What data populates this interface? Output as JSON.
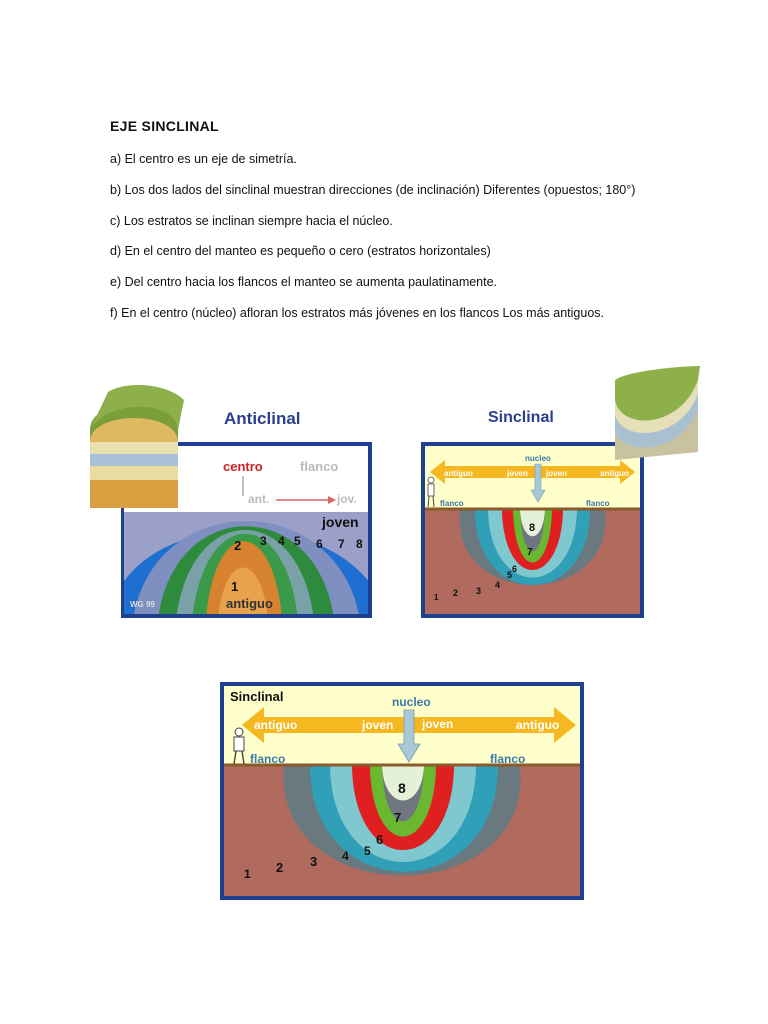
{
  "document": {
    "heading": "EJE SINCLINAL",
    "items": [
      "a) El centro es un eje de simetría.",
      "b) Los dos lados del sinclinal muestran direcciones (de inclinación) Diferentes (opuestos; 180°)",
      "c) Los estratos se inclinan siempre hacia el núcleo.",
      "d) En el centro del manteo es pequeño o cero (estratos horizontales)",
      "e) Del centro hacia los flancos el manteo se aumenta paulatinamente.",
      "f) En el centro (núcleo) afloran los estratos más jóvenes en los flancos Los más antiguos."
    ]
  },
  "anticlinal_figure": {
    "title": "Anticlinal",
    "center_label": "centro",
    "flank_label": "flanco",
    "old_short": "ant.",
    "young_short": "jov.",
    "young_label": "joven",
    "old_label": "antiguo",
    "credit": "WG 99",
    "layer_numbers": [
      "1",
      "2",
      "3",
      "4",
      "5",
      "6",
      "7",
      "8"
    ]
  },
  "sinclinal_small": {
    "title": "Sinclinal",
    "nucleus_label": "nucleo",
    "old_label": "antiguo",
    "young_label": "joven",
    "flank_label": "flanco",
    "layer_numbers": [
      "1",
      "2",
      "3",
      "4",
      "5",
      "6",
      "7",
      "8"
    ]
  },
  "sinclinal_large": {
    "title": "Sinclinal",
    "nucleus_label": "nucleo",
    "old_label": "antiguo",
    "young_label": "joven",
    "flank_label": "flanco",
    "layer_numbers": [
      "1",
      "2",
      "3",
      "4",
      "5",
      "6",
      "7",
      "8"
    ]
  }
}
